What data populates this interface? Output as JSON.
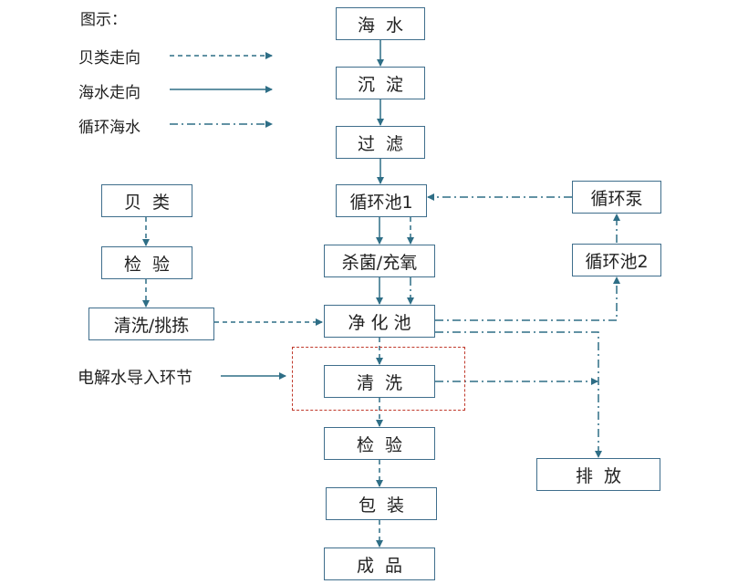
{
  "legend": {
    "title": "图示：",
    "items": [
      {
        "label": "贝类走向",
        "style": "dashed"
      },
      {
        "label": "海水走向",
        "style": "solid"
      },
      {
        "label": "循环海水",
        "style": "dash-dot"
      }
    ]
  },
  "nodes": {
    "seawater": "海  水",
    "settling": "沉  淀",
    "filtration": "过  滤",
    "circulation_pool_1": "循环池1",
    "sterilize_oxygenate": "杀菌/充氧",
    "purification_pool": "净 化 池",
    "wash": "清  洗",
    "final_inspection": "检  验",
    "packaging": "包  装",
    "product": "成  品",
    "shellfish": "贝  类",
    "shellfish_inspection": "检  验",
    "wash_sort": "清洗/挑拣",
    "circulation_pump": "循环泵",
    "circulation_pool_2": "循环池2",
    "discharge": "排  放"
  },
  "annotations": {
    "electrolyzed_water": "电解水导入环节"
  },
  "colors": {
    "line": "#2e6e86",
    "box_border": "#3f6e8c",
    "highlight": "#c0392b"
  }
}
